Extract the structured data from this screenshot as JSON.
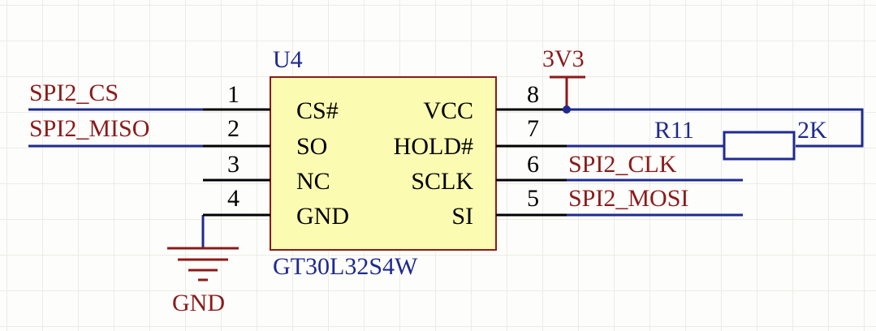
{
  "component": {
    "designator": "U4",
    "part_number": "GT30L32S4W",
    "left_pins": [
      {
        "number": "1",
        "name": "CS#"
      },
      {
        "number": "2",
        "name": "SO"
      },
      {
        "number": "3",
        "name": "NC"
      },
      {
        "number": "4",
        "name": "GND"
      }
    ],
    "right_pins": [
      {
        "number": "8",
        "name": "VCC"
      },
      {
        "number": "7",
        "name": "HOLD#"
      },
      {
        "number": "6",
        "name": "SCLK"
      },
      {
        "number": "5",
        "name": "SI"
      }
    ]
  },
  "nets": {
    "cs": "SPI2_CS",
    "miso": "SPI2_MISO",
    "clk": "SPI2_CLK",
    "mosi": "SPI2_MOSI"
  },
  "power": {
    "label": "3V3"
  },
  "ground": {
    "label": "GND"
  },
  "resistor": {
    "designator": "R11",
    "value": "2K"
  },
  "colors": {
    "net_label": "#8b1a1a",
    "wire": "#1f2a8f",
    "pin_line": "#000000",
    "chip_fill": "#fbfbb2",
    "chip_border": "#8b1a1a",
    "designator_text": "#1f2a8f",
    "pin_text": "#000000",
    "junction": "#1f2a8f"
  }
}
